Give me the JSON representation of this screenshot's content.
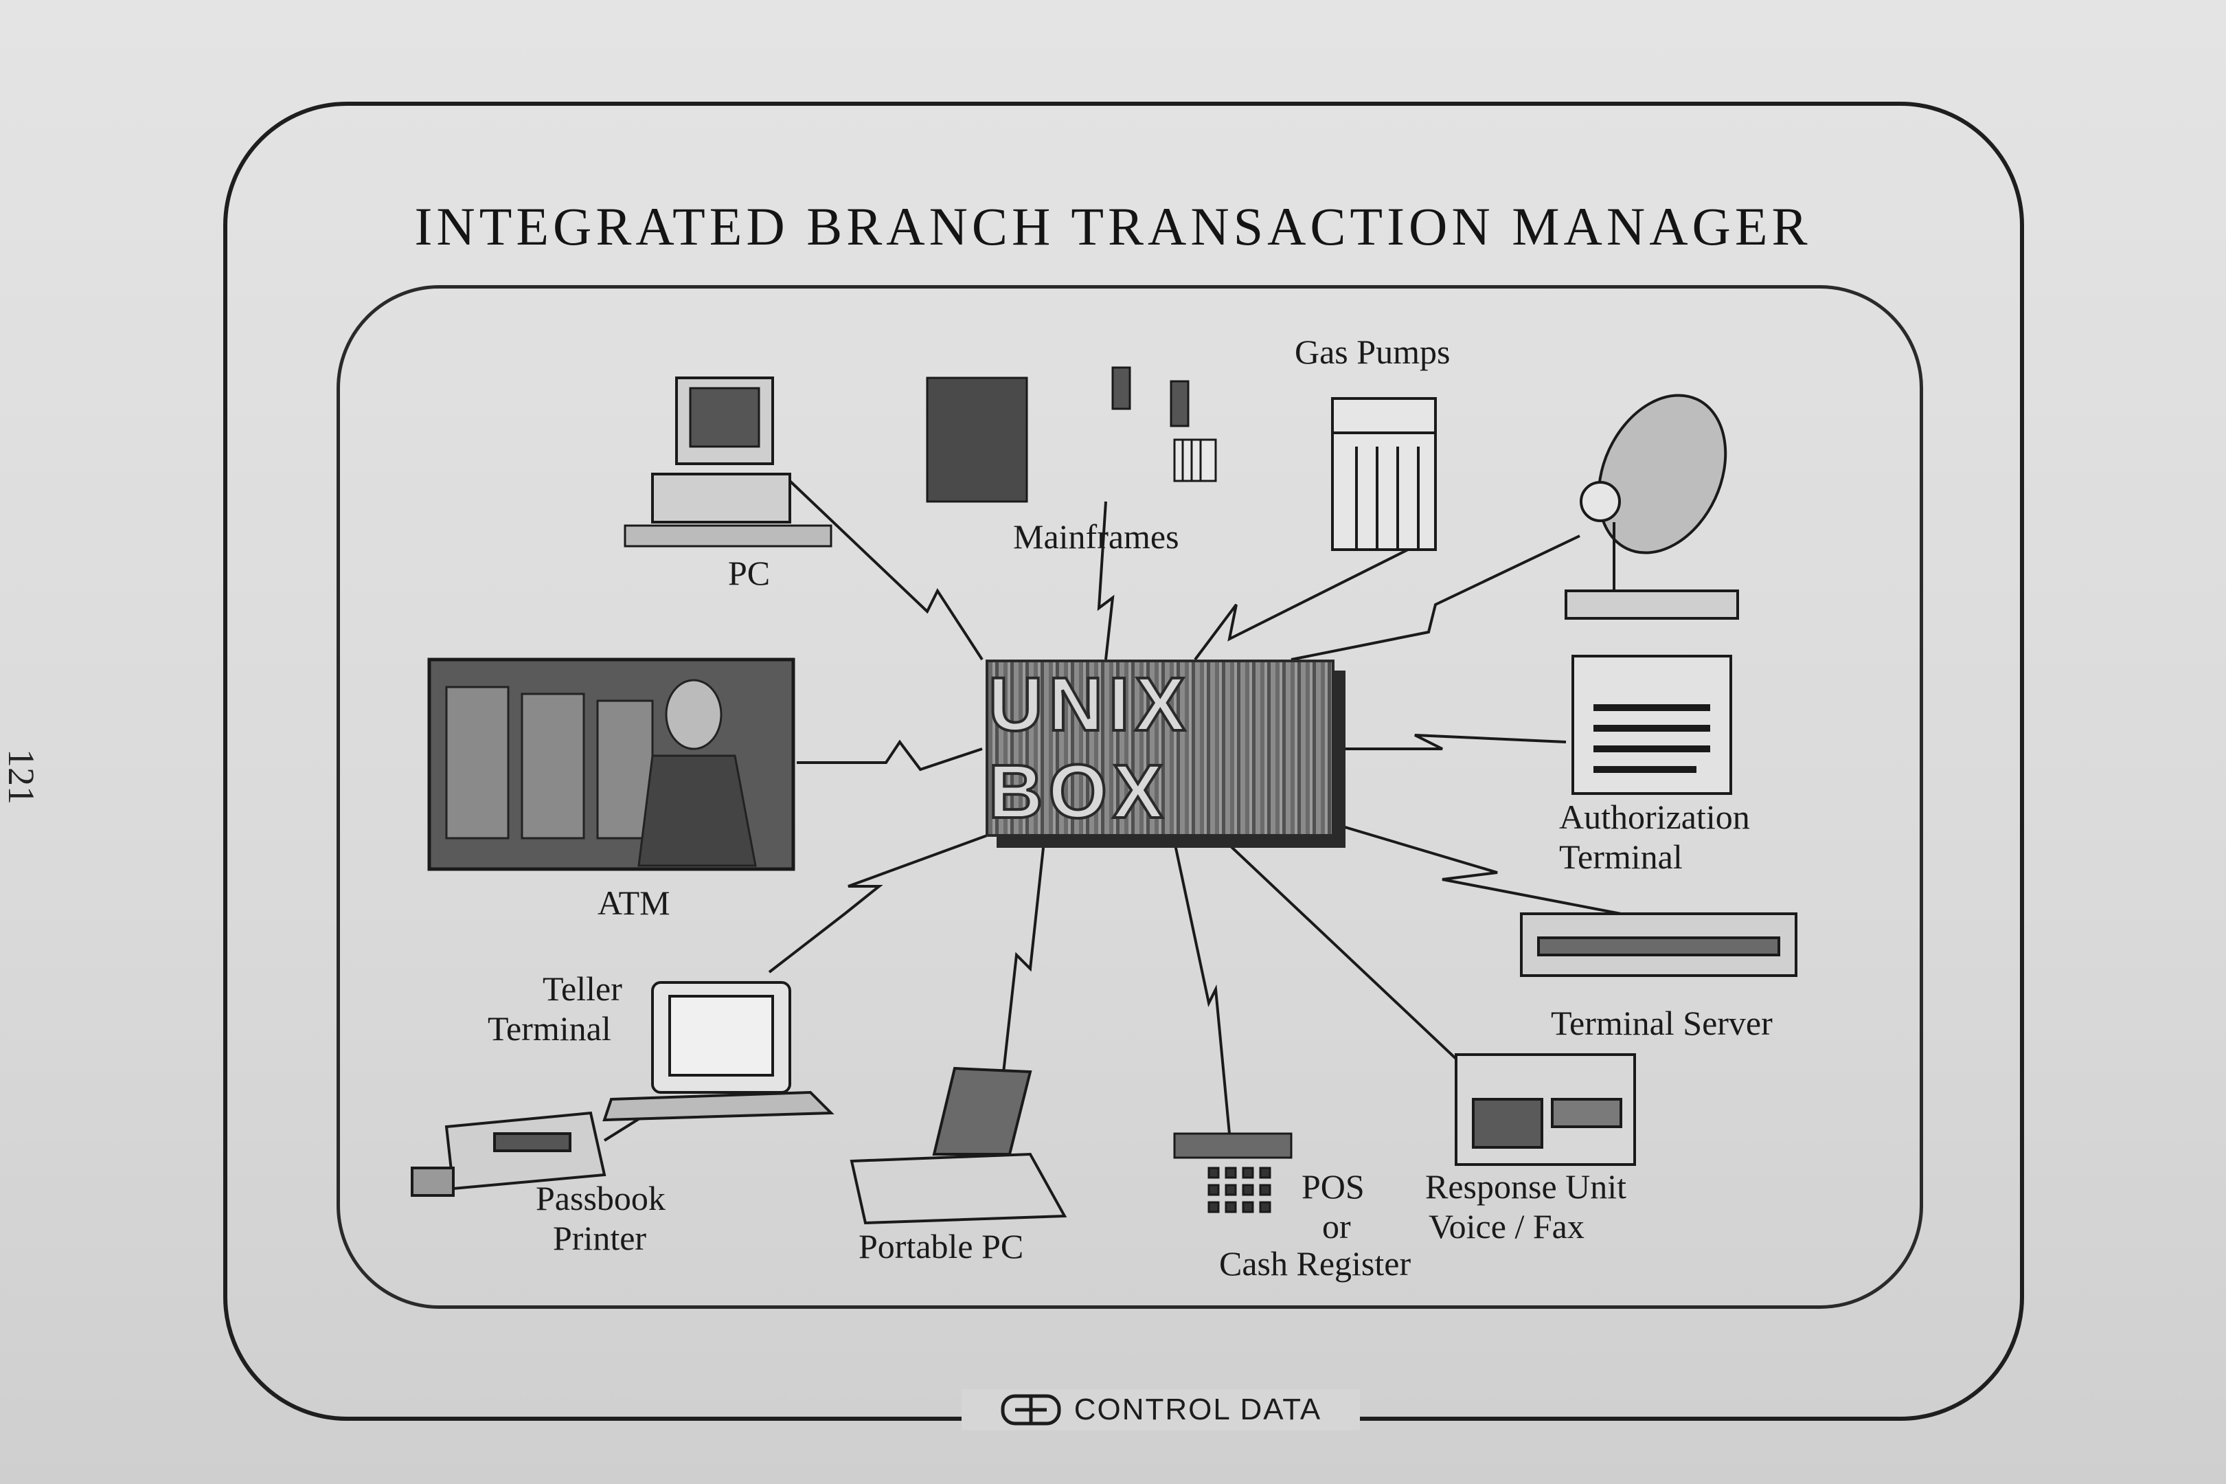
{
  "title": "INTEGRATED BRANCH TRANSACTION MANAGER",
  "page_number": "121",
  "hub": {
    "label": "UNIX BOX"
  },
  "nodes": {
    "pc": "PC",
    "mainframes": "Mainframes",
    "gas_pumps": "Gas Pumps",
    "atm": "ATM",
    "authorization_terminal_1": "Authorization",
    "authorization_terminal_2": "Terminal",
    "terminal_server": "Terminal Server",
    "teller_terminal_1": "Teller",
    "teller_terminal_2": "Terminal",
    "passbook_printer_1": "Passbook",
    "passbook_printer_2": "Printer",
    "portable_pc": "Portable PC",
    "pos_1": "POS",
    "pos_2": "or",
    "pos_3": "Cash Register",
    "response_unit_1": "Response Unit",
    "response_unit_2": "Voice / Fax"
  },
  "footer": {
    "brand": "CONTROL DATA"
  },
  "colors": {
    "ink": "#1e1e1e",
    "paper": "#dcdcdc"
  }
}
